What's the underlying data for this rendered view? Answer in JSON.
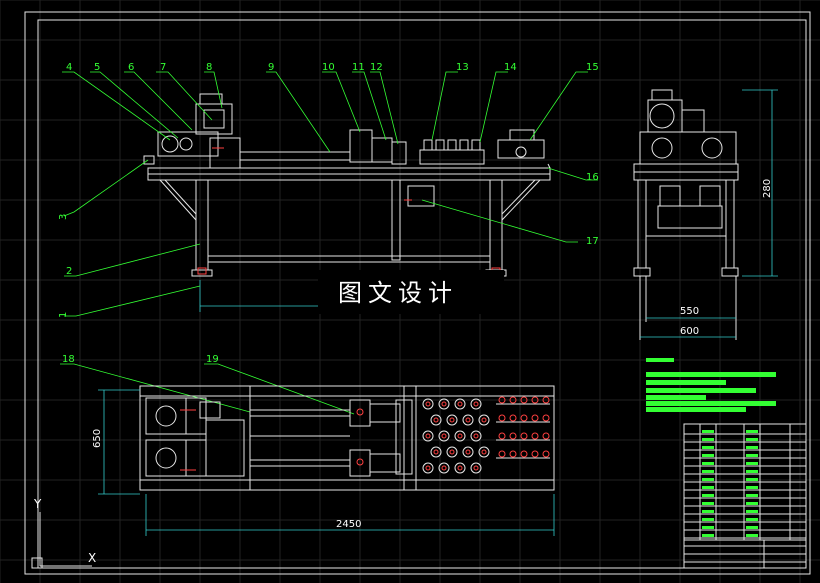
{
  "drawing": {
    "part_labels": [
      "1",
      "2",
      "3",
      "4",
      "5",
      "6",
      "7",
      "8",
      "9",
      "10",
      "11",
      "12",
      "13",
      "14",
      "15",
      "16",
      "17",
      "18",
      "19"
    ],
    "dimensions": {
      "total_length": "2450",
      "depth": "650",
      "height": "280",
      "side_width_inner": "550",
      "side_width_outer": "600"
    },
    "watermark": "图文设计",
    "axis": {
      "y": "Y",
      "x": "X"
    },
    "colors": {
      "background": "#000000",
      "outline": "#e6e6e6",
      "leader": "#33ff33",
      "grid": "#222222",
      "watermark_bg": "#000000"
    }
  }
}
